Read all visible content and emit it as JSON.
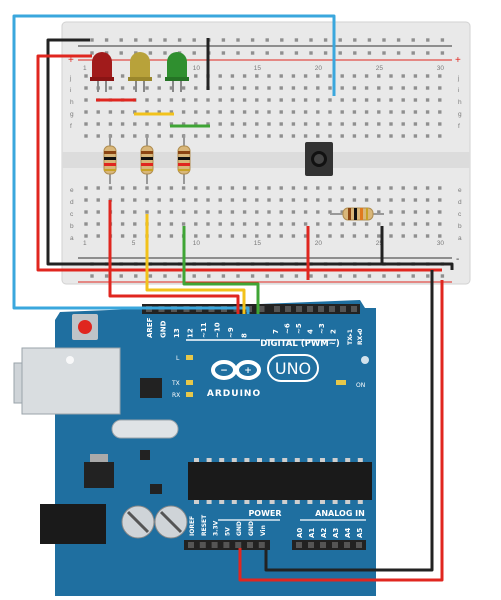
{
  "breadboard": {
    "top_row_letters": [
      "j",
      "i",
      "h",
      "g",
      "f"
    ],
    "bottom_row_letters": [
      "e",
      "d",
      "c",
      "b",
      "a"
    ],
    "column_numbers": [
      "1",
      "5",
      "10",
      "15",
      "20",
      "25",
      "30"
    ],
    "plus_sign": "+",
    "minus_sign": "-"
  },
  "arduino": {
    "logo_text": "ARDUINO",
    "model": "UNO",
    "digital_label": "DIGITAL (PWM~)",
    "power_label": "POWER",
    "analog_label": "ANALOG IN",
    "on_label": "ON",
    "l_label": "L",
    "tx_label": "TX",
    "rx_label": "RX",
    "tx_pin": "TX▸1",
    "rx_pin": "RX◂0",
    "digital_pins_left": [
      "AREF",
      "GND",
      "13",
      "12",
      "~11",
      "~10",
      "~9",
      "8"
    ],
    "digital_pins_right": [
      "7",
      "~6",
      "~5",
      "4",
      "~3",
      "2"
    ],
    "power_pins": [
      "IOREF",
      "RESET",
      "3.3V",
      "5V",
      "GND",
      "GND",
      "Vin"
    ],
    "analog_pins": [
      "A0",
      "A1",
      "A2",
      "A3",
      "A4",
      "A5"
    ]
  },
  "colors": {
    "board": "#1f6fa0",
    "breadboard": "#e9e9e9",
    "wire_red": "#e0261f",
    "wire_black": "#222222",
    "wire_blue": "#3aa7dd",
    "wire_yellow": "#f2c21b",
    "wire_green": "#3fa535",
    "led_red": "#a11b1b",
    "led_yellow": "#b8a23a",
    "led_green": "#2f8f2f"
  }
}
